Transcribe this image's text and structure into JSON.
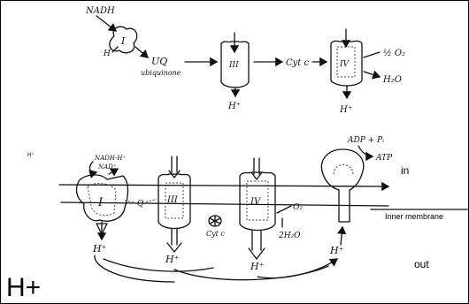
{
  "top_chain": {
    "nadh": "NADH",
    "complex_1": "I",
    "h_left": "H",
    "uq": "UQ",
    "ubiquinone": "ubiquinone",
    "complex_3": "III",
    "h_plus_3": "H⁺",
    "cyt_c": "Cyt c",
    "complex_4": "IV",
    "h_plus_4": "H⁺",
    "half_o2": "½ O₂",
    "h2o": "H₂O"
  },
  "membrane_diagram": {
    "h_plus_small": "H⁺",
    "nadh_h": "NADH-H⁺",
    "nad": "NAD⁺",
    "complex_1": "I",
    "q": "Q",
    "complex_3": "III",
    "cyt_c": "Cyt c",
    "complex_4": "IV",
    "o2": "O₂",
    "h2o": "2H₂O",
    "adp_pi": "ADP + Pᵢ",
    "atp": "ATP",
    "h_plus_1": "H⁺",
    "h_plus_3": "H⁺",
    "h_plus_4": "H⁺",
    "h_plus_atp": "H⁺",
    "in_label": "in",
    "inner_membrane": "Inner membrane",
    "out_label": "out",
    "h_plus_big": "H+"
  }
}
